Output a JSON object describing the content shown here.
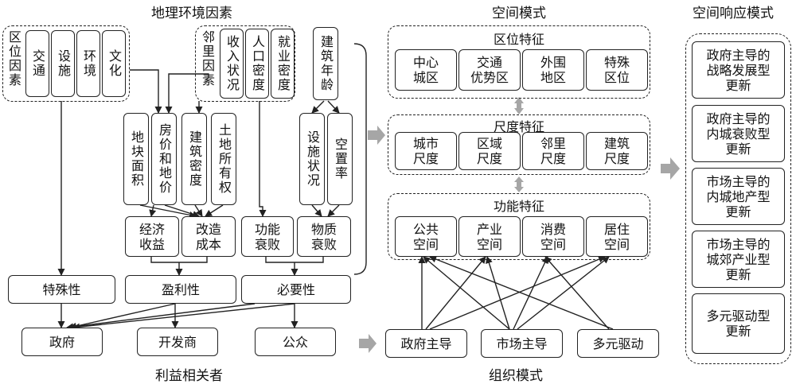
{
  "headers": {
    "geo": "地理环境因素",
    "spatial": "空间模式",
    "response": "空间响应模式",
    "stakeholders": "利益相关者",
    "organization": "组织模式"
  },
  "location_factors": {
    "group_label": "区位因素",
    "items": [
      "交通",
      "设施",
      "环境",
      "文化"
    ]
  },
  "neighborhood_factors": {
    "group_label": "邻里因素",
    "items": [
      "收入状况",
      "人口密度",
      "就业密度"
    ]
  },
  "building_age": "建筑年龄",
  "cost_factors": [
    "地块面积",
    "房价和地价",
    "建筑密度",
    "土地所有权"
  ],
  "physical_factors": [
    "设施状况",
    "空置率"
  ],
  "economics": [
    "经济\n收益",
    "改造\n成本"
  ],
  "decline": [
    "功能\n衰败",
    "物质\n衰败"
  ],
  "properties": [
    "特殊性",
    "盈利性",
    "必要性"
  ],
  "actors": [
    "政府",
    "开发商",
    "公众"
  ],
  "spatial_groups": [
    {
      "title": "区位特征",
      "items": [
        "中心\n城区",
        "交通\n优势区",
        "外围\n地区",
        "特殊\n区位"
      ]
    },
    {
      "title": "尺度特征",
      "items": [
        "城市\n尺度",
        "区域\n尺度",
        "邻里\n尺度",
        "建筑\n尺度"
      ]
    },
    {
      "title": "功能特征",
      "items": [
        "公共\n空间",
        "产业\n空间",
        "消费\n空间",
        "居住\n空间"
      ]
    }
  ],
  "organization_modes": [
    "政府主导",
    "市场主导",
    "多元驱动"
  ],
  "response_modes": [
    "政府主导的\n战略发展型\n更新",
    "政府主导的\n内城衰败型\n更新",
    "市场主导的\n内城地产型\n更新",
    "市场主导的\n城郊产业型\n更新",
    "多元驱动型\n更新"
  ],
  "colors": {
    "line": "#222222",
    "flow_arrow": "#a6a6a6"
  }
}
